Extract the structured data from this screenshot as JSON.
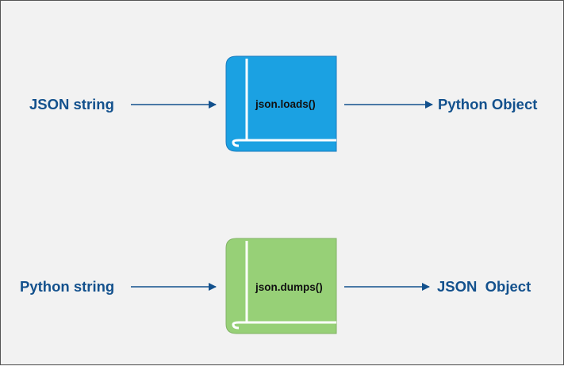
{
  "colors": {
    "background": "#f2f2f2",
    "border": "#555555",
    "label_text": "#13518d",
    "arrow": "#13518d",
    "loads_fill": "#1ba1e2",
    "loads_stroke": "#1a7bbf",
    "dumps_fill": "#97d077",
    "dumps_stroke": "#82b366"
  },
  "row_loads": {
    "input_label": "JSON string",
    "function_label": "json.loads()",
    "output_label": "Python Object"
  },
  "row_dumps": {
    "input_label": "Python string",
    "function_label": "json.dumps()",
    "output_label": "JSON  Object"
  }
}
